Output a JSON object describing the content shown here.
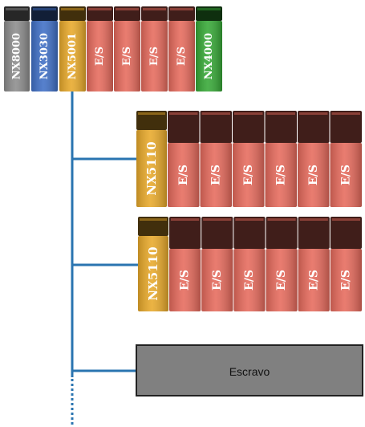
{
  "main_rack": {
    "modules": [
      {
        "label": "NX8000",
        "color": "#8c8c8c"
      },
      {
        "label": "NX3030",
        "color": "#3f6fc6"
      },
      {
        "label": "NX5001",
        "color": "#e8a92a"
      },
      {
        "label": "E/S",
        "color": "#e66a5c"
      },
      {
        "label": "E/S",
        "color": "#e66a5c"
      },
      {
        "label": "E/S",
        "color": "#e66a5c"
      },
      {
        "label": "E/S",
        "color": "#e66a5c"
      },
      {
        "label": "NX4000",
        "color": "#36a836"
      }
    ]
  },
  "expansion_racks": [
    {
      "head_label": "NX5110",
      "head_color": "#e8a92a",
      "io_label": "E/S",
      "io_count": 6,
      "io_color": "#e66a5c"
    },
    {
      "head_label": "NX5110",
      "head_color": "#e8a92a",
      "io_label": "E/S",
      "io_count": 6,
      "io_color": "#e66a5c"
    }
  ],
  "slave": {
    "label": "Escravo",
    "color": "#808080"
  },
  "bus": {
    "color": "#2a74b0"
  }
}
